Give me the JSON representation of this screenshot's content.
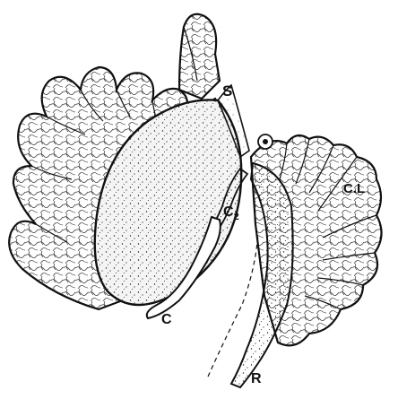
{
  "figure": {
    "labels": {
      "s": "S",
      "cl": "C.L",
      "c2": "C",
      "c2_sub": "2",
      "c": "C",
      "r": "R"
    }
  }
}
